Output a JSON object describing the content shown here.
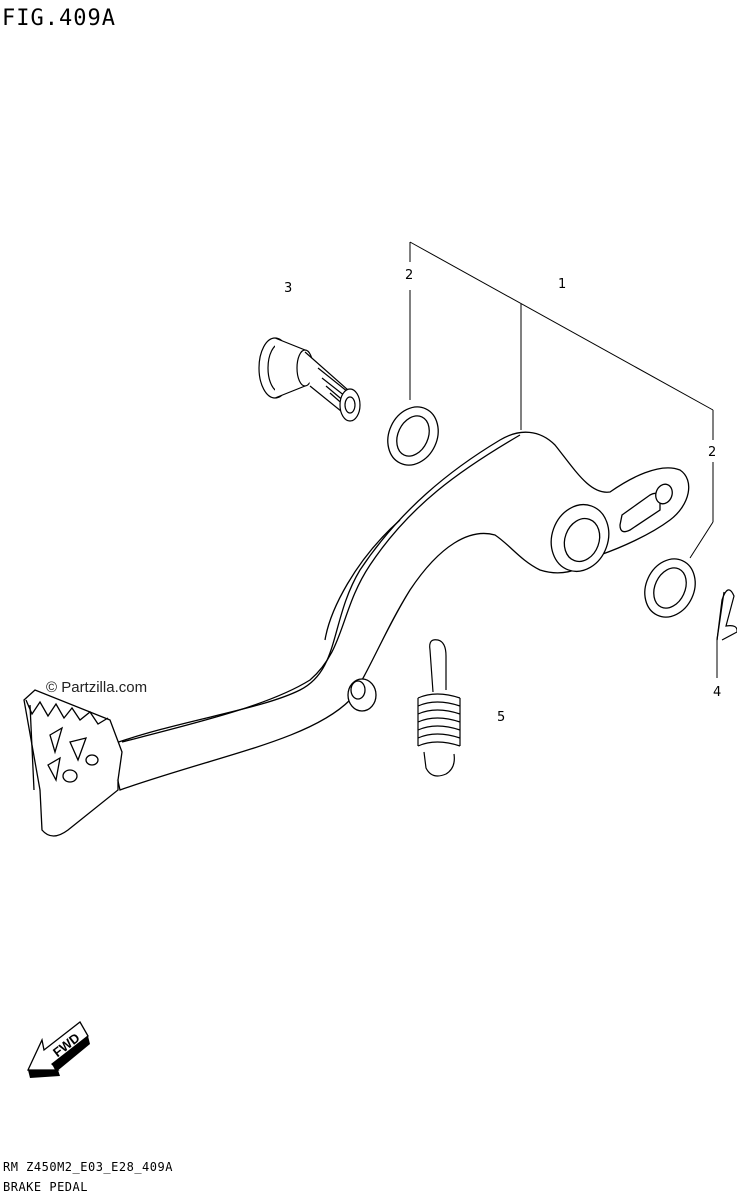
{
  "figure_title": "FIG.409A",
  "footer_code": "RM Z450M2_E03_E28_409A",
  "caption": "BRAKE PEDAL",
  "watermark": "© Partzilla.com",
  "fwd_label": "FWD",
  "callouts": {
    "part1": "1",
    "part2_upper": "2",
    "part2_lower": "2",
    "part3": "3",
    "part4": "4",
    "part5": "5"
  }
}
